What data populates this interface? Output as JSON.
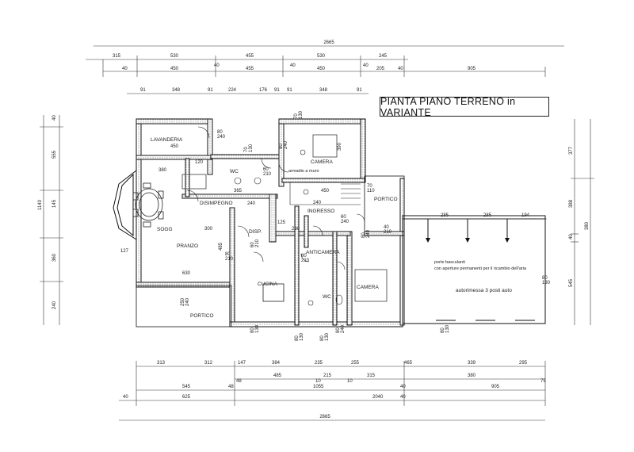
{
  "title": "PIANTA PIANO TERRENO  in VARIANTE",
  "rooms": {
    "lavanderia": "LAVANDERIA",
    "wc_top": "WC",
    "camera_top": "CAMERA",
    "disimpegno": "DISIMPEGNO",
    "sogg": "SOGG",
    "pranzo": "PRANZO",
    "disp": "DISP.",
    "ingresso": "INGRESSO",
    "portico_right": "PORTICO",
    "anticamera": "ANTICAMERA",
    "cucina": "CUCINA",
    "wc_bottom": "WC",
    "camera_bottom": "CAMERA",
    "portico_bottom": "PORTICO",
    "autorimessa": "autorimessa 3 posti auto"
  },
  "notes": {
    "porte_basculanti": "porte basculanti",
    "aperture": "con aperture permanenti per il ricambio dell'aria",
    "armadio": "armadio a muro"
  },
  "dims_top": {
    "row1_total": "2665",
    "row2": [
      "315",
      "530",
      "455",
      "530",
      "245"
    ],
    "row3": [
      "40",
      "450",
      "40",
      "455",
      "40",
      "450",
      "40",
      "205",
      "40",
      "905"
    ],
    "row4": [
      "91",
      "348",
      "91",
      "224",
      "176",
      "91",
      "91",
      "348",
      "91"
    ]
  },
  "dims_bottom": {
    "row1": [
      "313",
      "312",
      "147",
      "384",
      "235",
      "255",
      "465",
      "339",
      "295"
    ],
    "row2": [
      "48",
      "485",
      "10",
      "215",
      "10",
      "315",
      "380",
      "75"
    ],
    "row3": [
      "545",
      "48",
      "1055",
      "40",
      "905"
    ],
    "row4": [
      "40",
      "625",
      "2040",
      "40"
    ],
    "row5_total": "2665"
  },
  "dims_left": [
    "40",
    "555",
    "145",
    "1140",
    "360",
    "240"
  ],
  "dims_right": [
    "377",
    "388",
    "380",
    "40",
    "545"
  ],
  "openings": {
    "o1": "80\n240",
    "o2": "80\n240",
    "o3": "70\n130",
    "o4": "60\n210",
    "o5": "80\n210",
    "o6": "70\n110",
    "o7": "80\n240",
    "o8": "60\n240",
    "o9": "250\n240",
    "o10": "80\n210",
    "o11": "60\n210",
    "o12": "80\n130",
    "o13": "80\n240",
    "o14": "80\n130",
    "o15": "80\n130",
    "o16": "80\n130",
    "o17": "40\n210",
    "o18": "70\n130",
    "o19": "80\n130"
  },
  "inner_dims": {
    "lav_w": "450",
    "lav_h": "120",
    "dis_w": "365",
    "sogg_w": "380",
    "pranzo_w": "630",
    "pranzo_h": "485",
    "liv_span": "300",
    "sogg_h": "127",
    "ing_w": "450",
    "ing_h": "240",
    "cam_h": "390",
    "cuc_w": "280",
    "cuc_h": "240",
    "cor_w": "125"
  },
  "garage_dims": [
    "285",
    "285",
    "194"
  ],
  "colors": {
    "ink": "#1a1a1a",
    "bg": "#ffffff"
  }
}
